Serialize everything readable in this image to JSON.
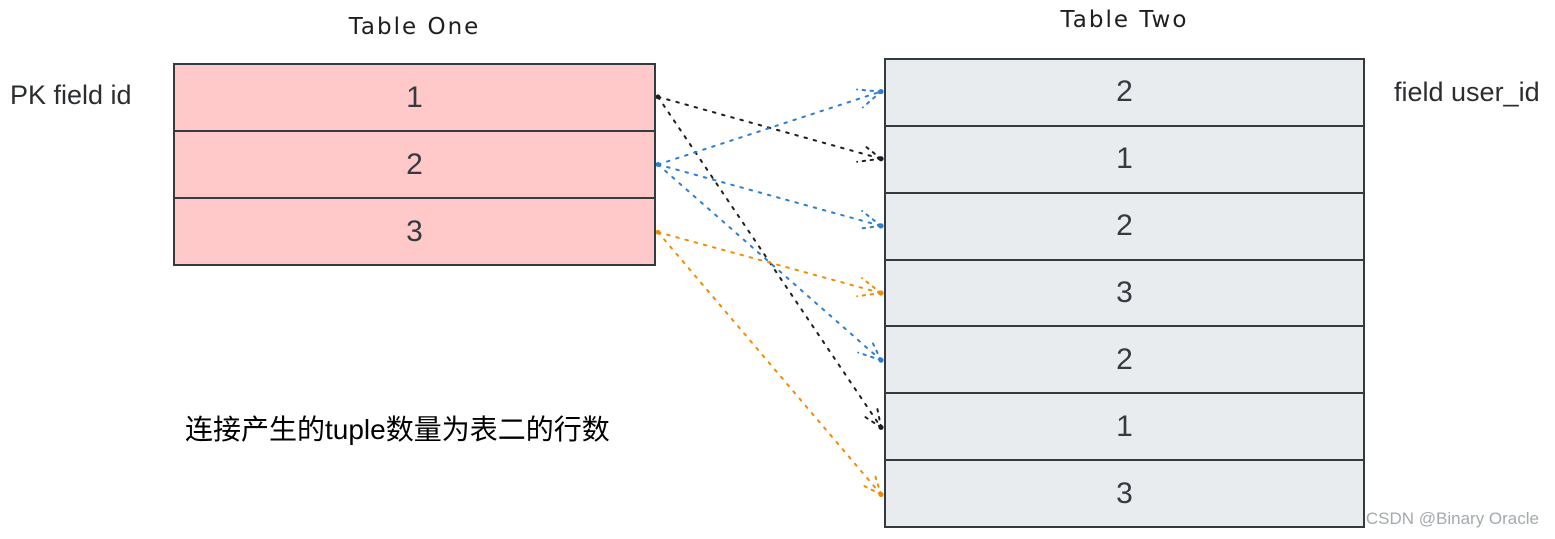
{
  "table_one": {
    "title": "Table One",
    "side_label": "PK field id",
    "rows": [
      "1",
      "2",
      "3"
    ],
    "fill": "#ffc9c9",
    "border": "#343a40"
  },
  "table_two": {
    "title": "Table Two",
    "side_label": "field user_id",
    "rows": [
      "2",
      "1",
      "2",
      "3",
      "2",
      "1",
      "3"
    ],
    "fill": "#e9ecef",
    "border": "#343a40"
  },
  "note": {
    "text": "连接产生的tuple数量为表二的行数",
    "color": "#1c7dc9"
  },
  "watermark": {
    "text": "CSDN @Binary Oracle"
  },
  "connections": [
    {
      "from": 0,
      "to": 1,
      "color": "#1e1e1e"
    },
    {
      "from": 0,
      "to": 5,
      "color": "#1e1e1e"
    },
    {
      "from": 1,
      "to": 0,
      "color": "#2a7fd0"
    },
    {
      "from": 1,
      "to": 2,
      "color": "#2a7fd0"
    },
    {
      "from": 1,
      "to": 4,
      "color": "#2a7fd0"
    },
    {
      "from": 2,
      "to": 3,
      "color": "#f08c00"
    },
    {
      "from": 2,
      "to": 6,
      "color": "#f08c00"
    }
  ]
}
